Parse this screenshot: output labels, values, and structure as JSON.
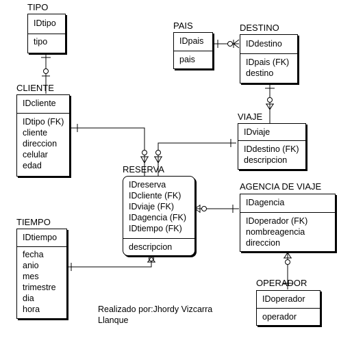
{
  "entities": {
    "tipo": {
      "name": "TIPO",
      "pk": "IDtipo",
      "attributes": [
        "tipo"
      ]
    },
    "pais": {
      "name": "PAIS",
      "pk": "IDpais",
      "attributes": [
        "pais"
      ]
    },
    "destino": {
      "name": "DESTINO",
      "pk": "IDdestino",
      "attributes": [
        "IDpais (FK)",
        "destino"
      ]
    },
    "cliente": {
      "name": "CLIENTE",
      "pk": "IDcliente",
      "attributes": [
        "IDtipo (FK)",
        "cliente",
        "direccion",
        "celular",
        "edad"
      ]
    },
    "viaje": {
      "name": "VIAJE",
      "pk": "IDviaje",
      "attributes": [
        "IDdestino (FK)",
        "descripcion"
      ]
    },
    "reserva": {
      "name": "RESERVA",
      "pk_lines": [
        "IDreserva",
        "IDcliente (FK)",
        "IDviaje (FK)",
        "IDagencia (FK)",
        "IDtiempo (FK)"
      ],
      "attributes": [
        "descripcion"
      ]
    },
    "agencia": {
      "name": "AGENCIA DE VIAJE",
      "pk": "IDagencia",
      "attributes": [
        "IDoperador (FK)",
        "nombreagencia",
        "direccion"
      ]
    },
    "tiempo": {
      "name": "TIEMPO",
      "pk": "IDtiempo",
      "attributes": [
        "fecha",
        "anio",
        "mes",
        "trimestre",
        "dia",
        "hora"
      ]
    },
    "operador": {
      "name": "OPERADOR",
      "pk": "IDoperador",
      "attributes": [
        "operador"
      ]
    }
  },
  "relationships": [
    {
      "from": "tipo",
      "to": "cliente"
    },
    {
      "from": "pais",
      "to": "destino"
    },
    {
      "from": "destino",
      "to": "viaje"
    },
    {
      "from": "cliente",
      "to": "reserva"
    },
    {
      "from": "viaje",
      "to": "reserva"
    },
    {
      "from": "agencia",
      "to": "reserva"
    },
    {
      "from": "tiempo",
      "to": "reserva"
    },
    {
      "from": "operador",
      "to": "agencia"
    }
  ],
  "credit": {
    "line1": "Realizado por:Jhordy Vizcarra",
    "line2": "Llanque"
  }
}
